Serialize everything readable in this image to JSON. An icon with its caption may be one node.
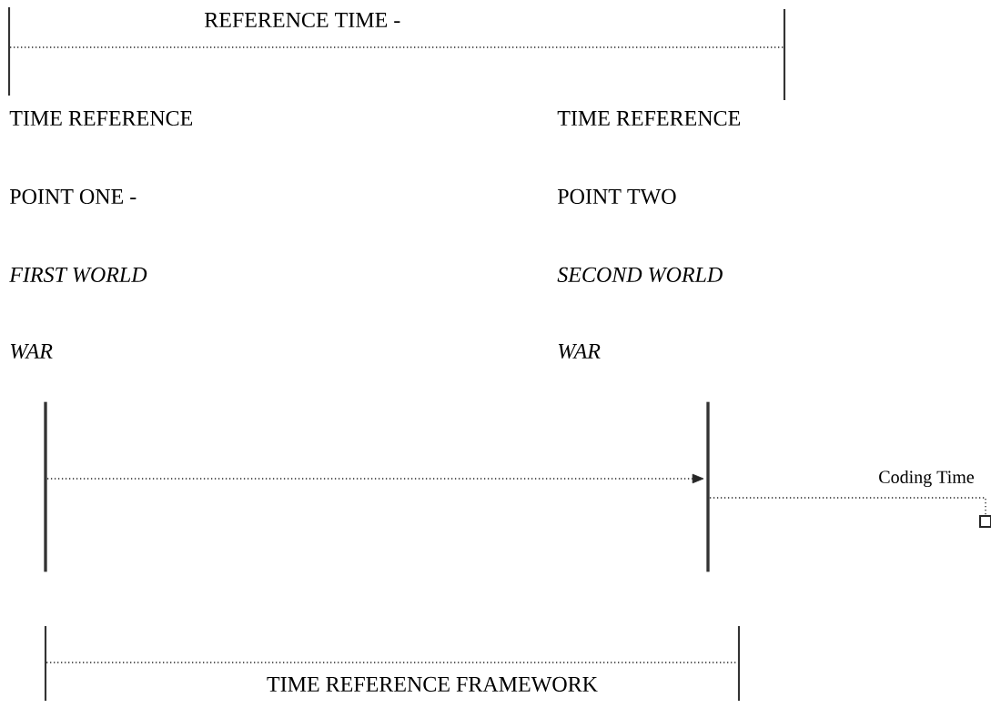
{
  "diagram": {
    "nodes": [
      {
        "text": [],
        "shape": "bar"
      },
      {
        "text": [],
        "shape": "bar"
      },
      {
        "text": [],
        "shape": "box"
      }
    ],
    "edges": [
      {
        "from": 0,
        "to": 1,
        "arrow": "to"
      },
      {
        "from": 1,
        "to": 2,
        "arrow": "none",
        "label": "Coding Time"
      }
    ],
    "labels": [
      "REFERENCE TIME -",
      "TIME REFERENCE",
      "TIME REFERENCE",
      "POINT ONE -",
      "POINT TWO",
      "FIRST WORLD",
      "SECOND WORLD",
      "WAR",
      "WAR",
      "TIME REFERENCE FRAMEWORK"
    ]
  }
}
